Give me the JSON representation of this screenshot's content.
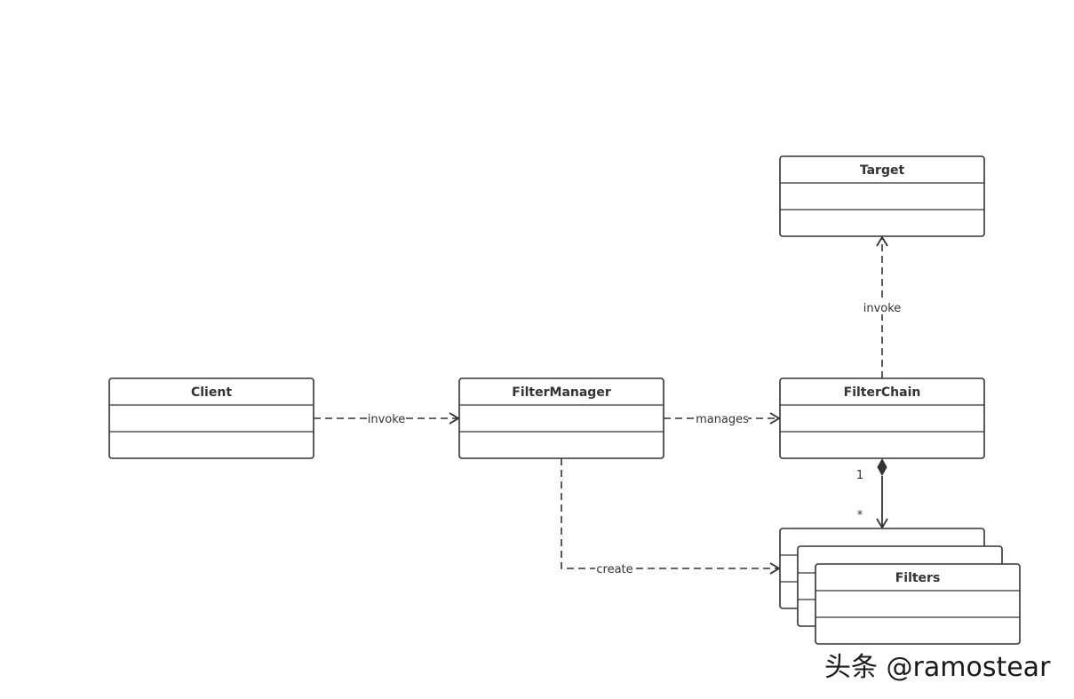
{
  "classes": {
    "target": "Target",
    "client": "Client",
    "filter_manager": "FilterManager",
    "filter_chain": "FilterChain",
    "filters": "Filters"
  },
  "relations": {
    "client_to_manager": "invoke",
    "manager_to_chain": "manages",
    "chain_to_target": "invoke",
    "manager_to_filters": "create"
  },
  "multiplicity": {
    "chain_end": "1",
    "filters_end": "*"
  },
  "watermark": "头条 @ramostear"
}
